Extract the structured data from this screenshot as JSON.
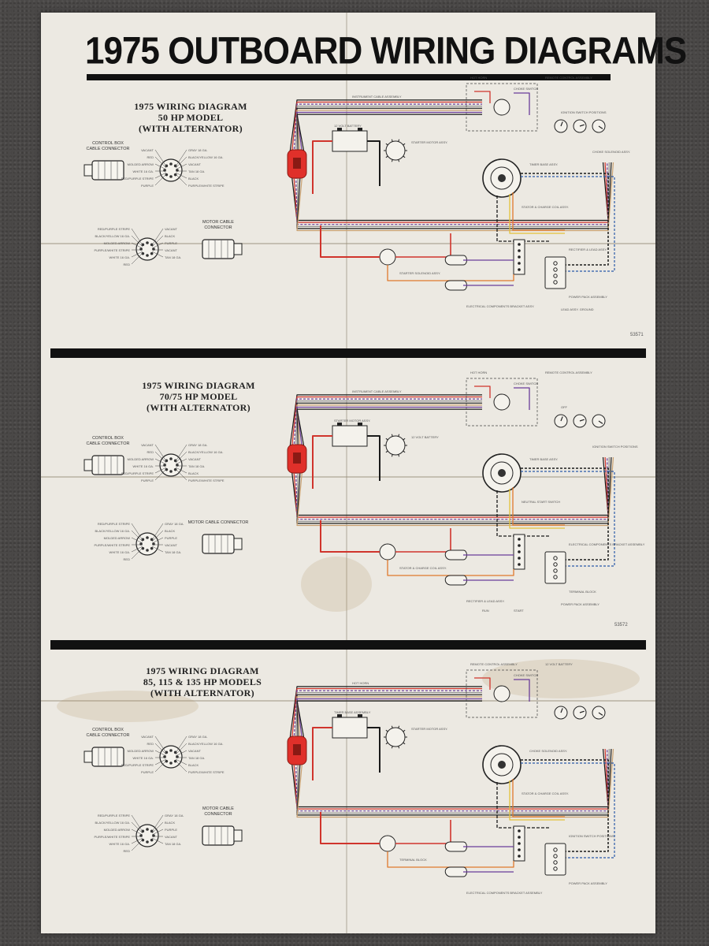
{
  "poster": {
    "title": "1975 OUTBOARD WIRING DIAGRAMS",
    "panels": [
      {
        "id": "50hp",
        "title_lines": [
          "1975 WIRING DIAGRAM",
          "50 HP MODEL",
          "(WITH ALTERNATOR)"
        ],
        "control_box_connector": {
          "heading": [
            "CONTROL BOX",
            "CABLE CONNECTOR"
          ],
          "labels": [
            "VACANT",
            "GRAY 18 GA.",
            "RED",
            "BLACK/YELLOW 16 GA.",
            "MOLDED ARROW",
            "VACANT",
            "WHITE 16 GA.",
            "TAN 18 GA.",
            "RED/PURPLE STRIPE",
            "BLACK",
            "PURPLE",
            "PURPLE/WHITE STRIPE"
          ]
        },
        "motor_cable_connector": {
          "heading": [
            "MOTOR CABLE",
            "CONNECTOR"
          ],
          "labels": [
            "RED/PURPLE STRIPE",
            "VACANT",
            "BLACK/YELLOW 16 GA.",
            "BLACK",
            "MOLDED ARROW",
            "PURPLE",
            "PURPLE/WHITE STRIPE",
            "VACANT",
            "WHITE 16 GA.",
            "TAN 18 GA.",
            "RED"
          ]
        },
        "callouts": [
          "INSTRUMENT CABLE ASSEMBLY",
          "HOT HORN",
          "CHOKE SWITCH",
          "REMOTE CONTROL ASSEMBLY",
          "STARTER MOTOR ASSY.",
          "12 VOLT BATTERY",
          "STATOR & CHARGE COIL ASSY.",
          "TIMER BASE ASSY.",
          "STARTER SOLENOID ASSY.",
          "POWER PACK ASSEMBLY",
          "ELECTRICAL COMPONENTS BRACKET ASSY.",
          "RECTIFIER & LEAD ASSY.",
          "LEAD ASSY. GROUND",
          "CHOKE SOLENOID ASSY.",
          "IGNITION SWITCH POSITIONS"
        ],
        "part_number": "53571"
      },
      {
        "id": "70hp",
        "title_lines": [
          "1975 WIRING DIAGRAM",
          "70/75 HP MODEL",
          "(WITH ALTERNATOR)"
        ],
        "control_box_connector": {
          "heading": [
            "CONTROL BOX",
            "CABLE CONNECTOR"
          ],
          "labels": [
            "VACANT",
            "GRAY 18 GA.",
            "RED",
            "BLACK/YELLOW 16 GA.",
            "MOLDED ARROW",
            "VACANT",
            "WHITE 16 GA.",
            "TAN 18 GA.",
            "RED/PURPLE STRIPE",
            "BLACK",
            "PURPLE",
            "PURPLE/WHITE STRIPE"
          ]
        },
        "motor_cable_connector": {
          "heading": [
            "MOTOR CABLE CONNECTOR"
          ],
          "labels": [
            "RED/PURPLE STRIPE",
            "GRAY 18 GA.",
            "BLACK/YELLOW 16 GA.",
            "BLACK",
            "MOLDED ARROW",
            "PURPLE",
            "PURPLE/WHITE STRIPE",
            "VACANT",
            "WHITE 16 GA.",
            "TAN 18 GA.",
            "RED"
          ]
        },
        "callouts": [
          "INSTRUMENT CABLE ASSEMBLY",
          "HOT HORN",
          "CHOKE SWITCH",
          "REMOTE CONTROL ASSEMBLY",
          "12 VOLT BATTERY",
          "STARTER MOTOR ASSY.",
          "NEUTRAL START SWITCH",
          "TIMER BASE ASSY.",
          "STATOR & CHARGE COIL ASSY.",
          "TERMINAL BLOCK",
          "RECTIFIER & LEAD ASSY.",
          "ELECTRICAL COMPONENTS BRACKET ASSEMBLY",
          "POWER PACK ASSEMBLY",
          "IGNITION SWITCH POSITIONS",
          "OFF",
          "RUN",
          "START"
        ],
        "part_number": "53572"
      },
      {
        "id": "85hp",
        "title_lines": [
          "1975 WIRING DIAGRAM",
          "85, 115 & 135 HP MODELS",
          "(WITH ALTERNATOR)"
        ],
        "control_box_connector": {
          "heading": [
            "CONTROL BOX",
            "CABLE CONNECTOR"
          ],
          "labels": [
            "VACANT",
            "GRAY 18 GA.",
            "RED",
            "BLACK/YELLOW 16 GA.",
            "MOLDED ARROW",
            "VACANT",
            "WHITE 16 GA.",
            "TAN 18 GA.",
            "RED/PURPLE STRIPE",
            "BLACK",
            "PURPLE",
            "PURPLE/WHITE STRIPE"
          ]
        },
        "motor_cable_connector": {
          "heading": [
            "MOTOR CABLE",
            "CONNECTOR"
          ],
          "labels": [
            "RED/PURPLE STRIPE",
            "GRAY 18 GA.",
            "BLACK/YELLOW 16 GA.",
            "BLACK",
            "MOLDED ARROW",
            "PURPLE",
            "PURPLE/WHITE STRIPE",
            "VACANT",
            "WHITE 16 GA.",
            "TAN 18 GA.",
            "RED"
          ]
        },
        "callouts": [
          "HOT HORN",
          "REMOTE CONTROL ASSEMBLY",
          "CHOKE SWITCH",
          "12 VOLT BATTERY",
          "STARTER MOTOR ASSY.",
          "TIMER BASE ASSEMBLY",
          "STATOR & CHARGE COIL ASSY.",
          "CHOKE SOLENOID ASSY.",
          "TERMINAL BLOCK",
          "POWER PACK ASSEMBLY",
          "ELECTRICAL COMPONENTS BRACKET ASSEMBLY",
          "IGNITION SWITCH POSITIONS"
        ]
      }
    ]
  },
  "colors": {
    "paper": "#ece9e2",
    "background": "#4a4847",
    "ink": "#111111",
    "wire_red": "#d0342c",
    "wire_purple": "#6a3d9a",
    "wire_black": "#1a1a1a",
    "wire_gray": "#8a8a8a",
    "wire_yellow": "#e3c23a",
    "wire_orange": "#e07a2c",
    "wire_tan": "#c8a070",
    "wire_blue": "#2a5aa8",
    "connector_red": "#e0302a"
  }
}
